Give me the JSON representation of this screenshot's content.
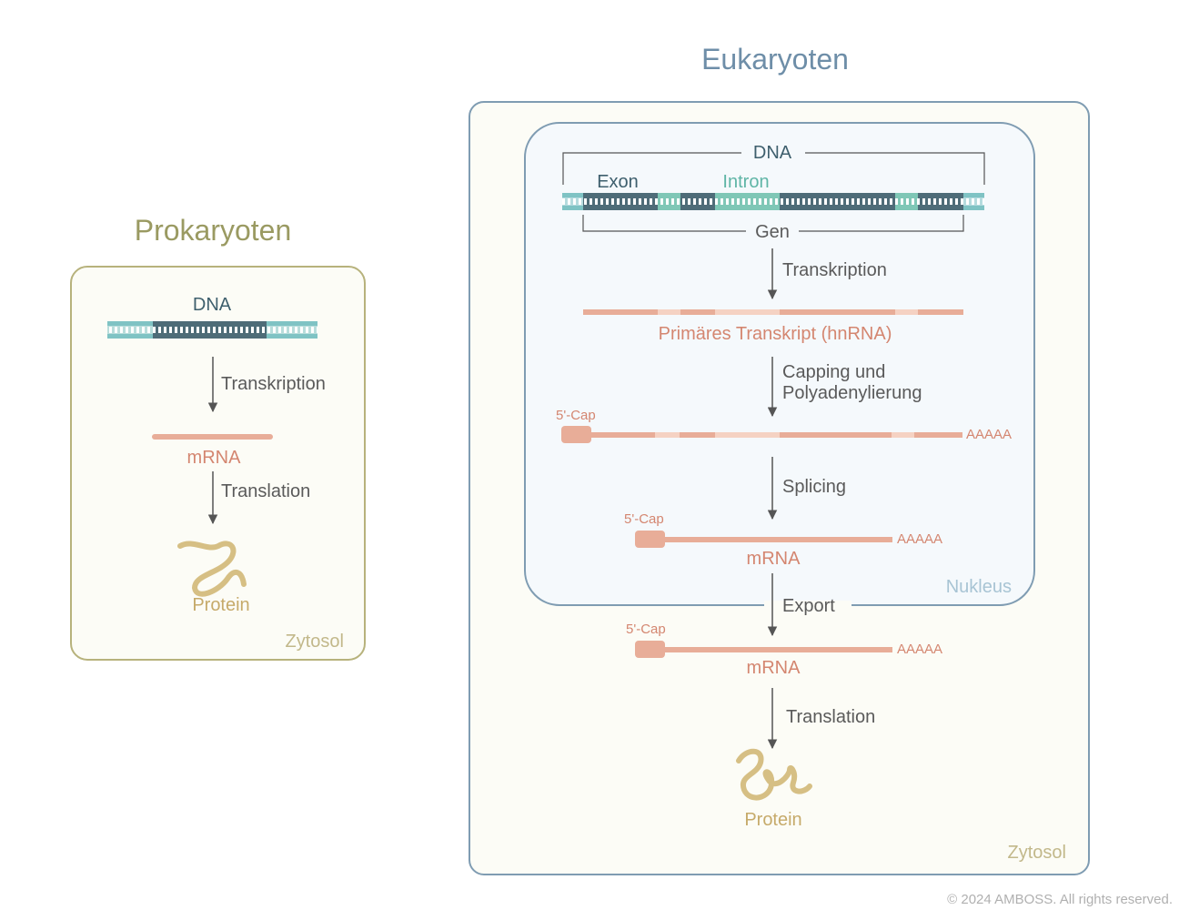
{
  "copyright": "© 2024 AMBOSS. All rights reserved.",
  "prokaryotes": {
    "title": "Prokaryoten",
    "dna_label": "DNA",
    "step_transcription": "Transkription",
    "mrna_label": "mRNA",
    "step_translation": "Translation",
    "protein_label": "Protein",
    "compartment": "Zytosol"
  },
  "eukaryotes": {
    "title": "Eukaryoten",
    "dna_label": "DNA",
    "exon_label": "Exon",
    "intron_label": "Intron",
    "gene_label": "Gen",
    "step_transcription": "Transkription",
    "primary_transcript": "Primäres Transkript (hnRNA)",
    "step_capping_line1": "Capping und",
    "step_capping_line2": "Polyadenylierung",
    "cap_label": "5'-Cap",
    "polya_label": "AAAAA",
    "step_splicing": "Splicing",
    "mrna_label": "mRNA",
    "nucleus_label": "Nukleus",
    "step_export": "Export",
    "step_translation": "Translation",
    "protein_label": "Protein",
    "compartment": "Zytosol"
  },
  "colors": {
    "prokaryote_border": "#b7b27c",
    "eukaryote_border": "#7f9cb2",
    "cytosol_fill": "#fcfcf6",
    "nucleus_fill": "#f5f9fc",
    "dna_strand": "#7fc3c4",
    "exon_dark": "#4e6c78",
    "intron_teal": "#7fc7b6",
    "rna": "#e8ad98",
    "rna_light": "#f5d2c3",
    "protein": "#d6bf84",
    "arrow": "#555555"
  }
}
